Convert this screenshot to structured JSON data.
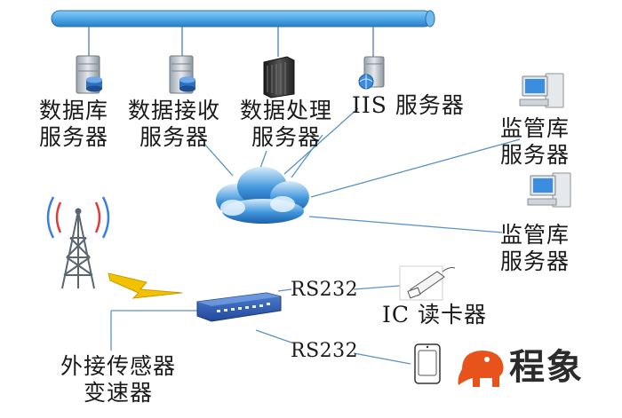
{
  "labels": {
    "db_server": [
      "数据库",
      "服务器"
    ],
    "recv_server": [
      "数据接收",
      "服务器"
    ],
    "proc_server": [
      "数据处理",
      "服务器"
    ],
    "iis_server": "IIS 服务器",
    "monitor_server_1": [
      "监管库",
      "服务器"
    ],
    "monitor_server_2": [
      "监管库",
      "服务器"
    ],
    "rs232_1": "RS232",
    "rs232_2": "RS232",
    "ic_reader": "IC 读卡器",
    "sensor": [
      "外接传感器",
      "变速器"
    ]
  },
  "logo": {
    "text": "程象",
    "color": "#e8531c"
  },
  "colors": {
    "bus": "#4fa8e6",
    "line": "#4a8fc4",
    "cloud": "#2f80d0",
    "lightning": "#f2c200"
  },
  "icons": [
    "network-bus",
    "database-server-icon",
    "server-rack-icon",
    "iis-server-icon",
    "monitor-computer-icon",
    "cloud-icon",
    "radio-tower-icon",
    "lightning-icon",
    "data-terminal-icon",
    "card-reader-icon",
    "handheld-device-icon",
    "elephant-logo-icon"
  ]
}
